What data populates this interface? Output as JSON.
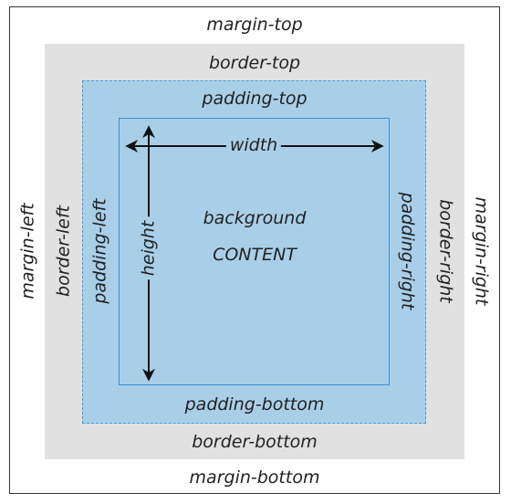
{
  "labels": {
    "margin_top": "margin-top",
    "margin_bottom": "margin-bottom",
    "margin_left": "margin-left",
    "margin_right": "margin-right",
    "border_top": "border-top",
    "border_bottom": "border-bottom",
    "border_left": "border-left",
    "border_right": "border-right",
    "padding_top": "padding-top",
    "padding_bottom": "padding-bottom",
    "padding_left": "padding-left",
    "padding_right": "padding-right",
    "width": "width",
    "height": "height",
    "background": "background",
    "content": "CONTENT"
  },
  "colors": {
    "margin": "#ffffff",
    "border": "#e1e1e1",
    "padding": "#a9cfe8",
    "content_outline": "#3a8fd0",
    "padding_outline": "#4a9ad6"
  }
}
